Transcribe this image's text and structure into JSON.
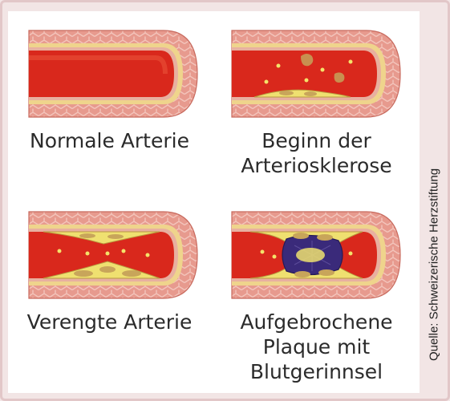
{
  "colors": {
    "outer_border": "#e2c7c8",
    "wall_pink": "#e08a80",
    "lumen_red": "#d8281c",
    "plaque_yellow": "#efe070",
    "plaque_tan": "#c8a55a",
    "clot_purple": "#3a2a7a"
  },
  "panels": [
    {
      "id": "normal",
      "caption": "Normale Arterie"
    },
    {
      "id": "beginning",
      "caption": "Beginn der\nArteriosklerose"
    },
    {
      "id": "narrowed",
      "caption": "Verengte Arterie"
    },
    {
      "id": "ruptured",
      "caption": "Aufgebrochene\nPlaque mit\nBlutgerinnsel"
    }
  ],
  "credit": "Quelle: Schweizerische Herzstiftung"
}
